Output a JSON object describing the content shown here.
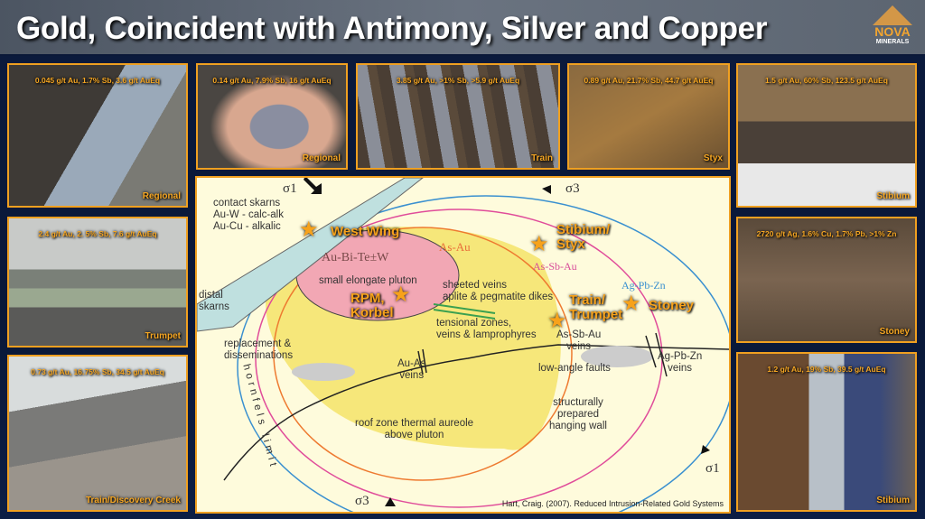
{
  "title": "Gold, Coincident with Antimony, Silver and Copper",
  "logo": {
    "name": "NOVA",
    "sub": "MINERALS"
  },
  "photos": [
    {
      "assay": "0.045 g/t Au, 1.7% Sb, 3.6 g/t AuEq",
      "location": "Regional"
    },
    {
      "assay": "0.14 g/t Au, 7.9% Sb, 16 g/t AuEq",
      "location": "Regional"
    },
    {
      "assay": "3.85 g/t Au, >1% Sb, >5.9 g/t AuEq",
      "location": "Train"
    },
    {
      "assay": "0.89 g/t Au, 21.7% Sb, 44.7 g/t AuEq",
      "location": "Styx"
    },
    {
      "assay": "1.5 g/t Au, 60% Sb, 123.5 g/t AuEq",
      "location": "Stibium"
    },
    {
      "assay": "2.4 g/t Au, 2. 5% Sb, 7.6 g/t AuEq",
      "location": "Trumpet"
    },
    {
      "assay": "0.73 g/t Au, 16.75% Sb, 34.5 g/t AuEq",
      "location": "Train/Discovery Creek"
    },
    {
      "assay": "2720 g/t Ag, 1.6% Cu, 1.7% Pb, >1% Zn",
      "location": "Stoney"
    },
    {
      "assay": "1.2 g/t Au, 19% Sb, 39.5 g/t AuEq",
      "location": "Stibium"
    }
  ],
  "diagram": {
    "sigma1": "σ1",
    "sigma3": "σ3",
    "contact_skarns": [
      "contact skarns",
      "Au-W - calc-alk",
      "Au-Cu - alkalic"
    ],
    "distal_skarns": [
      "distal",
      "skarns"
    ],
    "hornfels": "hornfels limit",
    "au_bi_te_w": "Au-Bi-Te±W",
    "pluton": "small elongate pluton",
    "as_au": "As-Au",
    "as_sb_au": "As-Sb-Au",
    "ag_pb_zn": "Ag-Pb-Zn",
    "sheeted": [
      "sheeted veins",
      "aplite & pegmatite dikes"
    ],
    "tensional": [
      "tensional zones,",
      "veins & lamprophyres"
    ],
    "replacement": [
      "replacement &",
      "disseminations"
    ],
    "au_as_veins": [
      "Au-As",
      "veins"
    ],
    "as_sb_au_veins": [
      "As-Sb-Au",
      "veins"
    ],
    "ag_pb_zn_veins": [
      "Ag-Pb-Zn",
      "veins"
    ],
    "low_angle": "low-angle faults",
    "structurally": [
      "structurally",
      "prepared",
      "hanging wall"
    ],
    "roof": [
      "roof zone thermal aureole",
      "above pluton"
    ],
    "sites": {
      "west_wing": "West Wing",
      "rpm": [
        "RPM,",
        "Korbel"
      ],
      "stibium": [
        "Stibium/",
        "Styx"
      ],
      "train": [
        "Train/",
        "Trumpet"
      ],
      "stoney": "Stoney"
    },
    "citation": "Hart, Craig. (2007). Reduced Intrusion-Related Gold Systems"
  }
}
